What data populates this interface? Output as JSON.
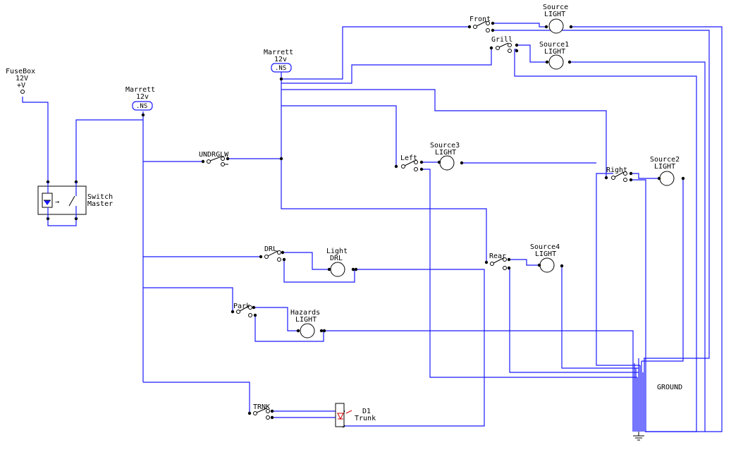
{
  "fusebox": {
    "name": "FuseBox",
    "rating": "12V",
    "terminal": "+V"
  },
  "marrett_left": {
    "name": "Marrett",
    "rating": "12v",
    "net": ".NS"
  },
  "marrett_top": {
    "name": "Marrett",
    "rating": "12v",
    "net": ".NS"
  },
  "switch_master": {
    "line1": "Switch",
    "line2": "Master"
  },
  "switches": {
    "undrglw": "UNDRGLW",
    "drl": "DRL",
    "park": "Park",
    "trnk": "TRNK",
    "front": "Front",
    "grill": "Grill",
    "left": "Left",
    "right": "Right",
    "rear": "Rear"
  },
  "lamps": {
    "source": {
      "line1": "Source",
      "line2": "LIGHT"
    },
    "source1": {
      "line1": "Source1",
      "line2": "LIGHT"
    },
    "source3": {
      "line1": "Source3",
      "line2": "LIGHT"
    },
    "source2": {
      "line1": "Source2",
      "line2": "LIGHT"
    },
    "source4": {
      "line1": "Source4",
      "line2": "LIGHT"
    },
    "drl_light": {
      "line1": "Light",
      "line2": "DRL"
    },
    "hazards": {
      "line1": "Hazards",
      "line2": "LIGHT"
    }
  },
  "diode": {
    "line1": "D1",
    "line2": "Trunk"
  },
  "ground_label": "GROUND",
  "colors": {
    "wire": "#1a1aff",
    "ink": "#000000",
    "diode": "#cc0000"
  }
}
